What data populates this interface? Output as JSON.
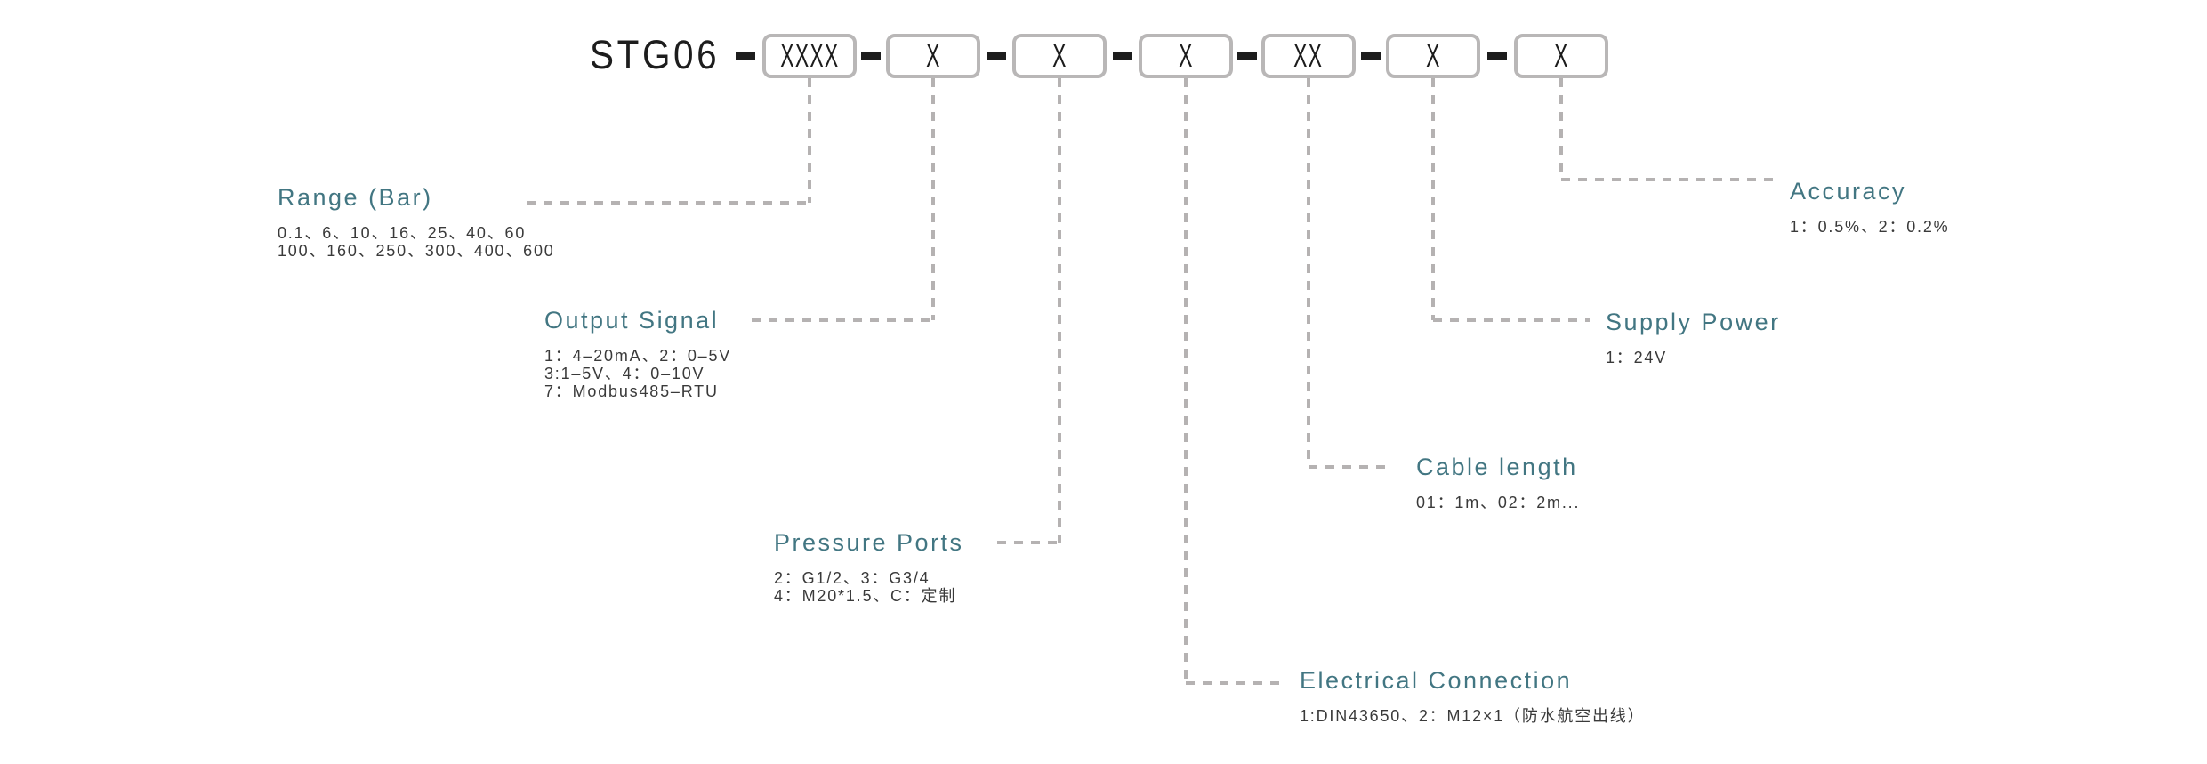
{
  "model": {
    "prefix": "STG06",
    "boxes": [
      "XXXX",
      "X",
      "X",
      "X",
      "XX",
      "X",
      "X"
    ]
  },
  "sections": {
    "range": {
      "title": "Range (Bar)",
      "lines": [
        "0.1、6、10、16、25、40、60",
        "100、160、250、300、400、600"
      ]
    },
    "output_signal": {
      "title": "Output Signal",
      "lines": [
        "1：4–20mA、2：0–5V",
        "3:1–5V、4：0–10V",
        "7：Modbus485–RTU"
      ]
    },
    "pressure_ports": {
      "title": "Pressure Ports",
      "lines": [
        "2：G1/2、3：G3/4",
        "4：M20*1.5、C：定制"
      ]
    },
    "electrical_connection": {
      "title": "Electrical Connection",
      "lines": [
        "1:DIN43650、2：M12×1（防水航空出线）"
      ]
    },
    "cable_length": {
      "title": "Cable length",
      "lines": [
        "01：1m、02：2m..."
      ]
    },
    "supply_power": {
      "title": "Supply Power",
      "lines": [
        "1：24V"
      ]
    },
    "accuracy": {
      "title": "Accuracy",
      "lines": [
        "1：0.5%、2：0.2%"
      ]
    }
  },
  "colors": {
    "heading_teal": "#427682",
    "body_text": "#3a3a3a",
    "box_border": "#b9b7b7",
    "connector_gray": "#b5b2b2",
    "code_black": "#1d1d1d"
  }
}
